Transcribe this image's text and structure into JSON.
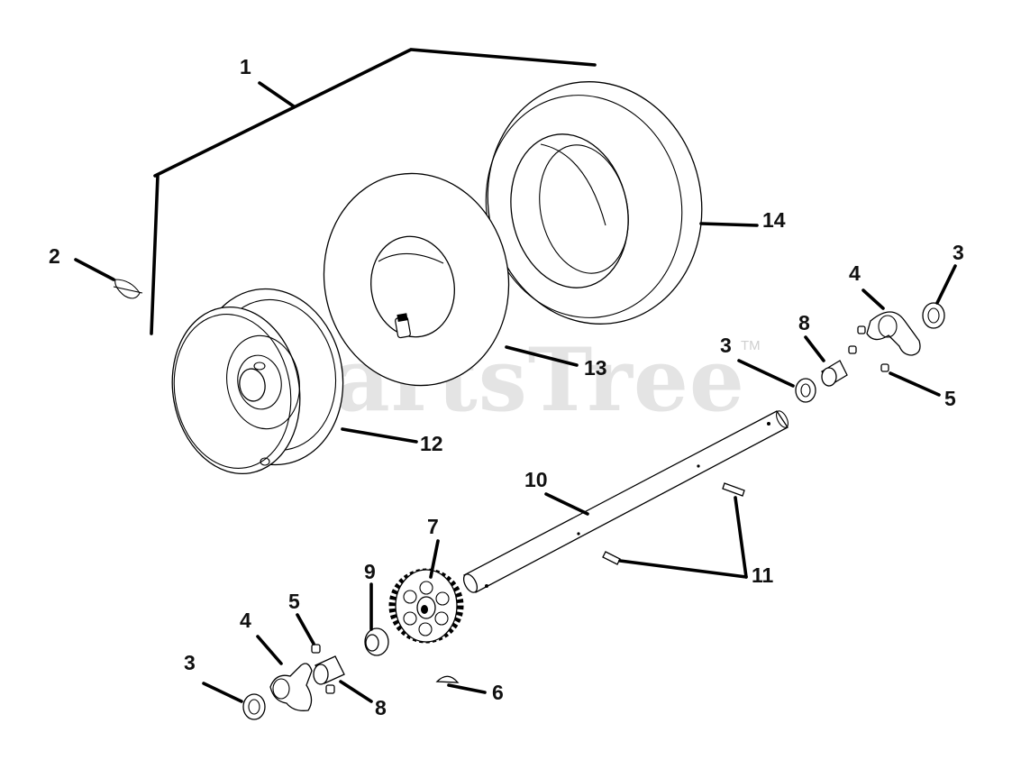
{
  "watermark": {
    "text": "PartsTree",
    "trademark": "TM"
  },
  "colors": {
    "ink": "#000000",
    "paper": "#ffffff",
    "watermark": "#e4e4e4"
  },
  "callouts": {
    "c1": "1",
    "c2": "2",
    "c3_right": "3",
    "c3_mid": "3",
    "c3_bottom": "3",
    "c4_right": "4",
    "c4_bottom": "4",
    "c5_right": "5",
    "c5_bottom": "5",
    "c6": "6",
    "c7": "7",
    "c8_top": "8",
    "c8_bottom": "8",
    "c9": "9",
    "c10": "10",
    "c11": "11",
    "c12": "12",
    "c13": "13",
    "c14": "14"
  }
}
